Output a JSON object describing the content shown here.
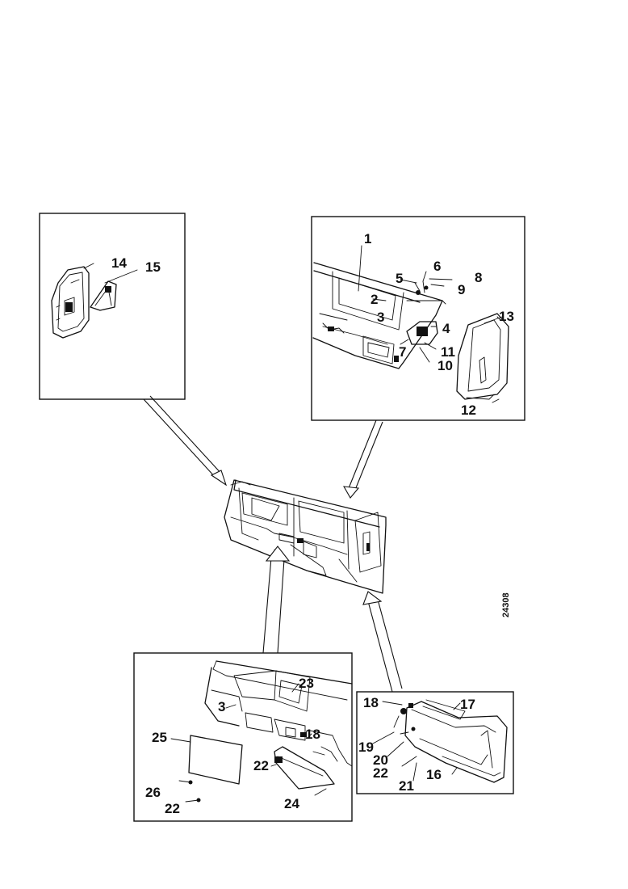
{
  "sheet_number": "24308",
  "callouts": {
    "top_left": [
      "14",
      "15"
    ],
    "top_right": [
      "1",
      "2",
      "3",
      "4",
      "5",
      "6",
      "7",
      "8",
      "9",
      "10",
      "11",
      "12",
      "13"
    ],
    "bottom_left": [
      "23",
      "3",
      "25",
      "18",
      "22",
      "26",
      "22",
      "24"
    ],
    "bottom_right": [
      "18",
      "17",
      "19",
      "20",
      "22",
      "21",
      "16"
    ]
  }
}
